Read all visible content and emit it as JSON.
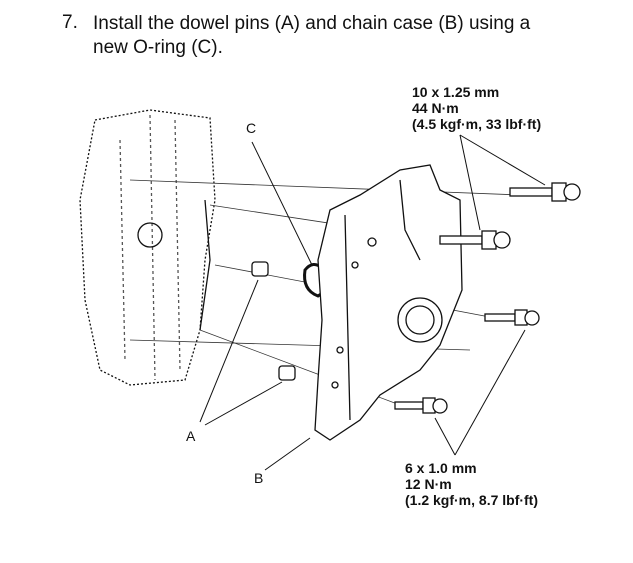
{
  "step": {
    "number": "7.",
    "line1": "Install the dowel pins (A) and chain case (B) using a",
    "line2": "new O-ring (C)."
  },
  "labels": {
    "a": "A",
    "b": "B",
    "c": "C"
  },
  "spec_upper": {
    "size": "10 x 1.25 mm",
    "torque_nm": "44 N·m",
    "torque_alt": "(4.5 kgf·m, 33 lbf·ft)"
  },
  "spec_lower": {
    "size": "6 x 1.0 mm",
    "torque_nm": "12 N·m",
    "torque_alt": "(1.2 kgf·m, 8.7 lbf·ft)"
  }
}
